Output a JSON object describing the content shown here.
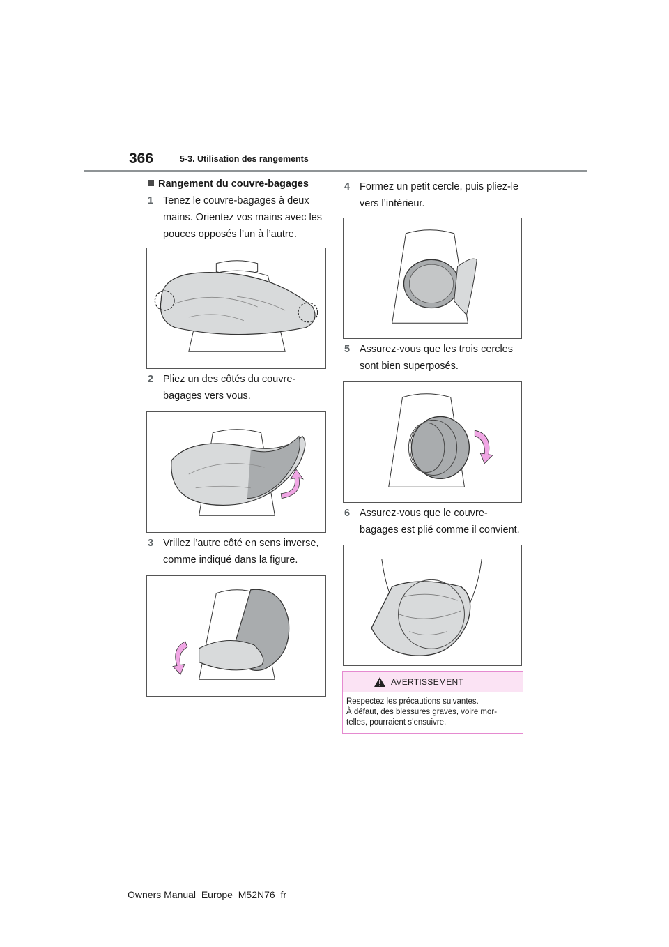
{
  "header": {
    "page_number": "366",
    "section": "5-3. Utilisation des rangements"
  },
  "content": {
    "heading": "Rangement du couvre-bagages",
    "steps": [
      {
        "num": "1",
        "text": "Tenez le couvre-bagages à deux\nmains. Orientez vos mains avec les\npouces opposés l’un à l’autre."
      },
      {
        "num": "2",
        "text": "Pliez un des côtés du couvre-\nbagages vers vous."
      },
      {
        "num": "3",
        "text": "Vrillez l’autre côté en sens inverse,\ncomme indiqué dans la figure."
      },
      {
        "num": "4",
        "text": "Formez un petit cercle, puis pliez-le\nvers l’intérieur."
      },
      {
        "num": "5",
        "text": "Assurez-vous que les trois cercles\nsont bien superposés."
      },
      {
        "num": "6",
        "text": "Assurez-vous que le couvre-\nbagages est plié comme il convient."
      }
    ]
  },
  "warning": {
    "title": "AVERTISSEMENT",
    "text": "Respectez les précautions suivantes.\nÀ défaut, des blessures graves, voire mor-\ntelles, pourraient s’ensuivre."
  },
  "footer": {
    "text": "Owners Manual_Europe_M52N76_fr"
  },
  "colors": {
    "accent_arrow": "#f0a6e4",
    "warning_border": "#e58ad0",
    "warning_fill": "#fbe3f4",
    "cover_fill": "#d8dadb",
    "cover_dark": "#a9acae"
  }
}
